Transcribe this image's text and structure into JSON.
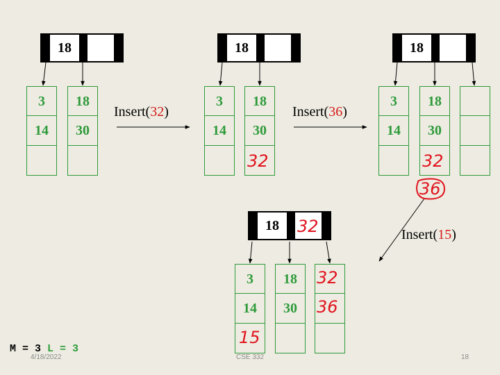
{
  "operations": [
    {
      "prefix": "Insert(",
      "arg": "32",
      "suffix": ")"
    },
    {
      "prefix": "Insert(",
      "arg": "36",
      "suffix": ")"
    },
    {
      "prefix": "Insert(",
      "arg": "15",
      "suffix": ")"
    }
  ],
  "stage1": {
    "root_keys": [
      "18",
      ""
    ],
    "leaves": [
      [
        "3",
        "14",
        ""
      ],
      [
        "18",
        "30",
        ""
      ]
    ]
  },
  "stage2": {
    "root_keys": [
      "18",
      ""
    ],
    "leaves": [
      [
        "3",
        "14",
        ""
      ],
      [
        "18",
        "30",
        ""
      ]
    ],
    "ink": [
      "32"
    ]
  },
  "stage3": {
    "root_keys": [
      "18",
      ""
    ],
    "leaves": [
      [
        "3",
        "14",
        ""
      ],
      [
        "18",
        "30",
        ""
      ],
      [
        "",
        "",
        ""
      ]
    ],
    "ink": [
      "32",
      "36"
    ]
  },
  "stage4": {
    "root_keys": [
      "18"
    ],
    "leaves": [
      [
        "3",
        "14",
        ""
      ],
      [
        "18",
        "30",
        ""
      ],
      [
        "",
        "",
        ""
      ]
    ],
    "ink": [
      "32",
      "32",
      "36",
      "15"
    ]
  },
  "params": {
    "m_label": "M = 3",
    "l_label": "L = 3"
  },
  "footer": {
    "date": "4/18/2022",
    "course": "CSE 332",
    "page": "18"
  }
}
